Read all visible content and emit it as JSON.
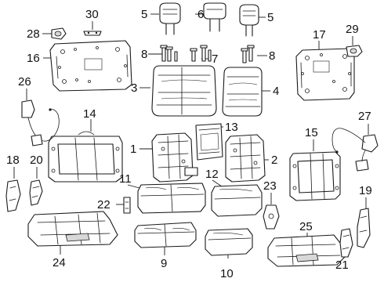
{
  "callouts": {
    "c1": "1",
    "c2": "2",
    "c3": "3",
    "c4": "4",
    "c5a": "5",
    "c5b": "5",
    "c6": "6",
    "c7": "7",
    "c8a": "8",
    "c8b": "8",
    "c9": "9",
    "c10": "10",
    "c11": "11",
    "c12": "12",
    "c13": "13",
    "c14": "14",
    "c15": "15",
    "c16": "16",
    "c17": "17",
    "c18": "18",
    "c19": "19",
    "c20": "20",
    "c21": "21",
    "c22": "22",
    "c23": "23",
    "c24": "24",
    "c25": "25",
    "c26": "26",
    "c27": "27",
    "c28": "28",
    "c29": "29",
    "c30": "30"
  },
  "colors": {
    "line": "#1a1a1a",
    "background": "#ffffff"
  }
}
